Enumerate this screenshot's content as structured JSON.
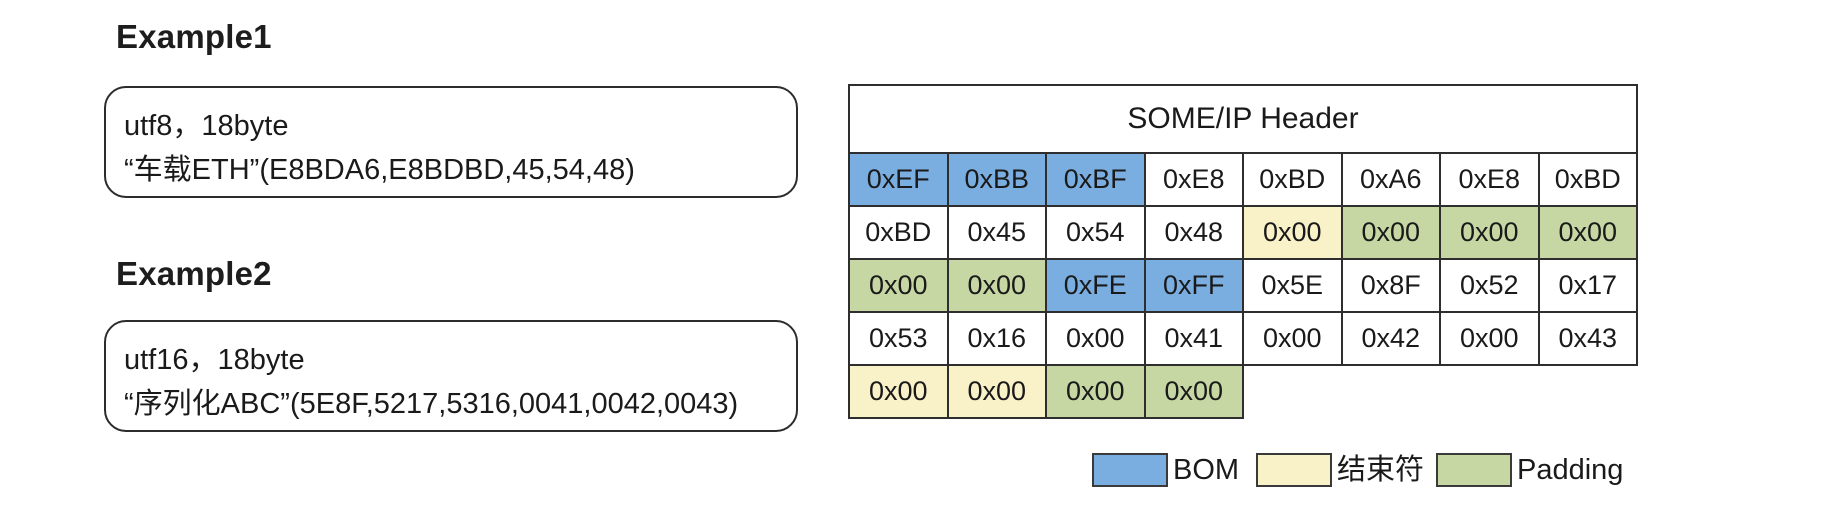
{
  "examples": [
    {
      "title": "Example1",
      "line1": "utf8，18byte",
      "line2": "“车载ETH”(E8BDA6,E8BDBD,45,54,48)"
    },
    {
      "title": "Example2",
      "line1": "utf16，18byte",
      "line2": "“序列化ABC”(5E8F,5217,5316,0041,0042,0043)"
    }
  ],
  "table": {
    "header": "SOME/IP Header",
    "rows": [
      [
        {
          "text": "0xEF",
          "type": "bom"
        },
        {
          "text": "0xBB",
          "type": "bom"
        },
        {
          "text": "0xBF",
          "type": "bom"
        },
        {
          "text": "0xE8",
          "type": "none"
        },
        {
          "text": "0xBD",
          "type": "none"
        },
        {
          "text": "0xA6",
          "type": "none"
        },
        {
          "text": "0xE8",
          "type": "none"
        },
        {
          "text": "0xBD",
          "type": "none"
        }
      ],
      [
        {
          "text": "0xBD",
          "type": "none"
        },
        {
          "text": "0x45",
          "type": "none"
        },
        {
          "text": "0x54",
          "type": "none"
        },
        {
          "text": "0x48",
          "type": "none"
        },
        {
          "text": "0x00",
          "type": "end"
        },
        {
          "text": "0x00",
          "type": "pad"
        },
        {
          "text": "0x00",
          "type": "pad"
        },
        {
          "text": "0x00",
          "type": "pad"
        }
      ],
      [
        {
          "text": "0x00",
          "type": "pad"
        },
        {
          "text": "0x00",
          "type": "pad"
        },
        {
          "text": "0xFE",
          "type": "bom"
        },
        {
          "text": "0xFF",
          "type": "bom"
        },
        {
          "text": "0x5E",
          "type": "none"
        },
        {
          "text": "0x8F",
          "type": "none"
        },
        {
          "text": "0x52",
          "type": "none"
        },
        {
          "text": "0x17",
          "type": "none"
        }
      ],
      [
        {
          "text": "0x53",
          "type": "none"
        },
        {
          "text": "0x16",
          "type": "none"
        },
        {
          "text": "0x00",
          "type": "none"
        },
        {
          "text": "0x41",
          "type": "none"
        },
        {
          "text": "0x00",
          "type": "none"
        },
        {
          "text": "0x42",
          "type": "none"
        },
        {
          "text": "0x00",
          "type": "none"
        },
        {
          "text": "0x43",
          "type": "none"
        }
      ],
      [
        {
          "text": "0x00",
          "type": "end"
        },
        {
          "text": "0x00",
          "type": "end"
        },
        {
          "text": "0x00",
          "type": "pad"
        },
        {
          "text": "0x00",
          "type": "pad"
        }
      ]
    ]
  },
  "legend": {
    "bom": {
      "label": "BOM",
      "color": "#7aaee0"
    },
    "end": {
      "label": "结束符",
      "color": "#f9f1c8"
    },
    "pad": {
      "label": "Padding",
      "color": "#c6d7a4"
    }
  }
}
